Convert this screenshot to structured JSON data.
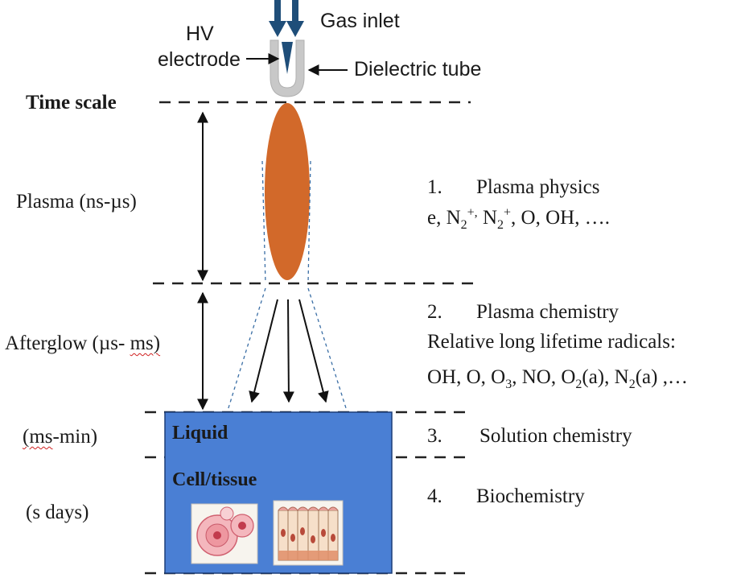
{
  "apparatus": {
    "gas_inlet": "Gas inlet",
    "hv_line1": "HV",
    "hv_line2": "electrode",
    "dielectric_tube": "Dielectric tube"
  },
  "time_scale": {
    "header": "Time scale",
    "plasma": "Plasma (ns-µs)",
    "afterglow_pre": "Afterglow (µs- ",
    "afterglow_mark": "ms)",
    "liquid_mark": "(ms",
    "liquid_post": "-min)",
    "cell": "(s days)"
  },
  "media": {
    "liquid": "Liquid",
    "cell_tissue": "Cell/tissue"
  },
  "stages": {
    "s1_num": "1.",
    "s1_title": "Plasma physics",
    "s1_species": {
      "a": "e, N",
      "b": "2",
      "c": "+,",
      "d": " N",
      "e": "2",
      "f": "+",
      "g": ", O, OH, …."
    },
    "s2_num": "2.",
    "s2_title": "Plasma chemistry",
    "s2_sub": "Relative long lifetime radicals:",
    "s2_species": {
      "a": "OH, O, O",
      "b": "3",
      "c": ", NO, O",
      "d": "2",
      "e": "(a), N",
      "f": "2",
      "g": "(a) ,…"
    },
    "s3_num": "3.",
    "s3_title": "Solution chemistry",
    "s4_num": "4.",
    "s4_title": "Biochemistry"
  },
  "colors": {
    "plume": "#d2692a",
    "liquid": "#4a7fd4",
    "arrow_blue": "#1f4e79",
    "tube": "#c8c8c8"
  }
}
